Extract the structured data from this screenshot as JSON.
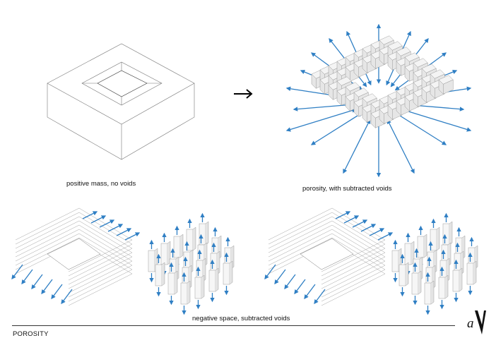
{
  "captions": {
    "positive": "positive mass, no voids",
    "porosity": "porosity, with subtracted voids",
    "negative": "negative space, subtracted voids"
  },
  "footer": {
    "title": "POROSITY"
  },
  "colors": {
    "arrow": "#2f7fc4",
    "line": "#666666",
    "text": "#111111"
  },
  "icons": {
    "transition": "arrow-right-icon",
    "logo": "av-logo-icon"
  }
}
